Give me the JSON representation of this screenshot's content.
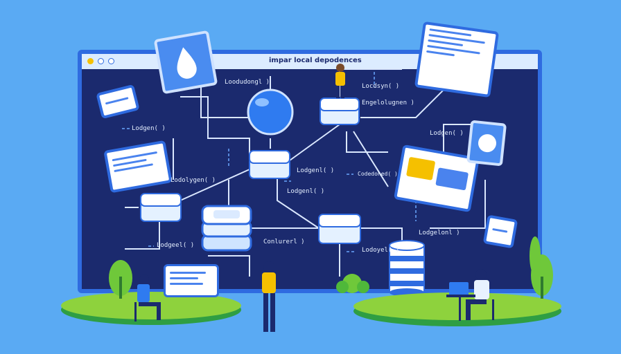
{
  "window": {
    "title": "impar local depodences",
    "dot_colors": [
      "#f5c000",
      "#ffffff",
      "#ffffff"
    ]
  },
  "labels": [
    {
      "id": "lbl-1",
      "text": "Loodudongl )"
    },
    {
      "id": "lbl-2",
      "text": "Locdsyn( )"
    },
    {
      "id": "lbl-3",
      "text": "Engelolugnen )"
    },
    {
      "id": "lbl-4",
      "text": "Lodgen( )"
    },
    {
      "id": "lbl-5",
      "text": "Lodgen( )"
    },
    {
      "id": "lbl-6",
      "text": "Lodgenl( )"
    },
    {
      "id": "lbl-7",
      "text": "Lodgenl( )"
    },
    {
      "id": "lbl-8",
      "text": "Lodolygen( )"
    },
    {
      "id": "lbl-9",
      "text": "Lodgelonl )"
    },
    {
      "id": "lbl-10",
      "text": "Conlurerl )"
    },
    {
      "id": "lbl-11",
      "text": "Lodgeel( )"
    },
    {
      "id": "lbl-12",
      "text": "Lodoyel( )"
    },
    {
      "id": "lbl-13",
      "text": "Codedoned( )"
    }
  ],
  "colors": {
    "background": "#5aaaf3",
    "window_frame": "#2f6be0",
    "window_body": "#1b2a6e",
    "accent_yellow": "#f5c000",
    "grass": "#8ed23d"
  },
  "icons": [
    "water-drop-icon",
    "circle-icon",
    "person-icon",
    "laptop-icon",
    "tree-icon",
    "database-icon"
  ]
}
